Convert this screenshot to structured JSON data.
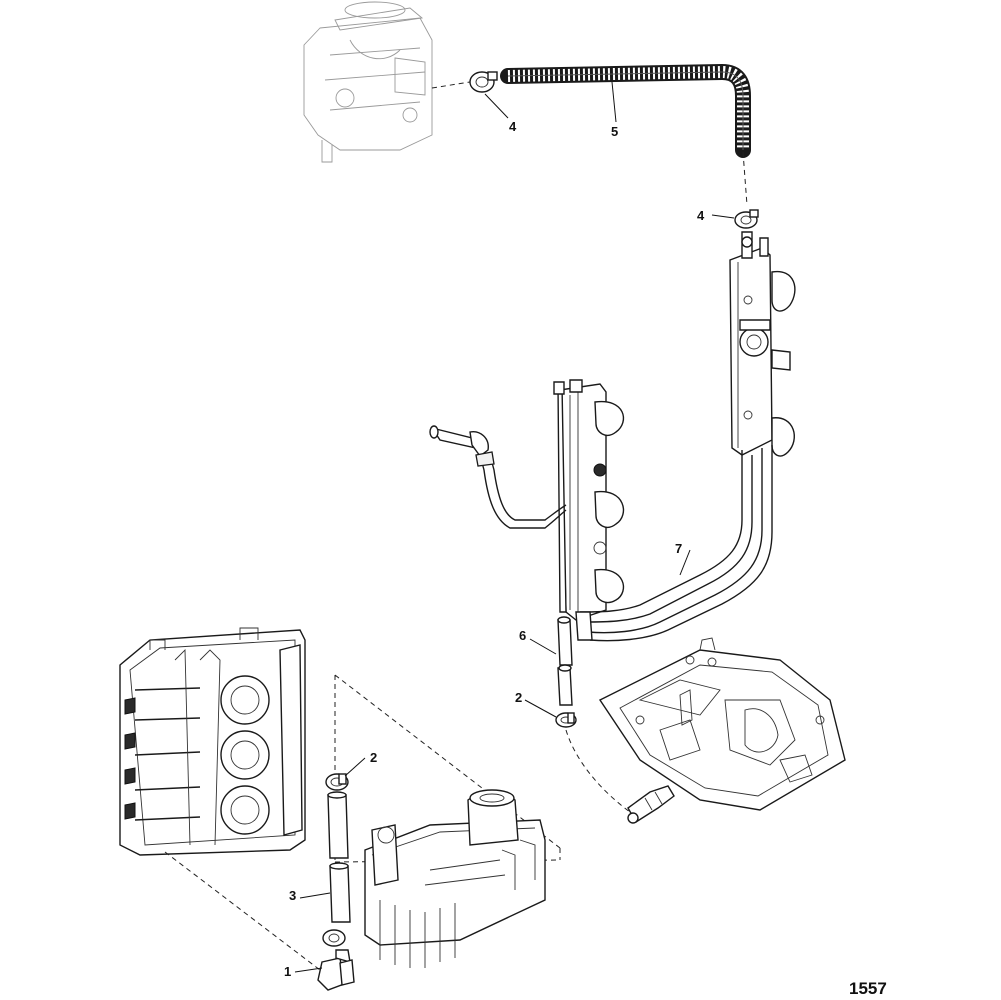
{
  "figure": {
    "figure_number": "1557",
    "callouts": [
      {
        "id": "c1",
        "label": "1"
      },
      {
        "id": "c2a",
        "label": "2"
      },
      {
        "id": "c2b",
        "label": "2"
      },
      {
        "id": "c3",
        "label": "3"
      },
      {
        "id": "c4a",
        "label": "4"
      },
      {
        "id": "c4b",
        "label": "4"
      },
      {
        "id": "c5",
        "label": "5"
      },
      {
        "id": "c6",
        "label": "6"
      },
      {
        "id": "c7",
        "label": "7"
      }
    ]
  }
}
